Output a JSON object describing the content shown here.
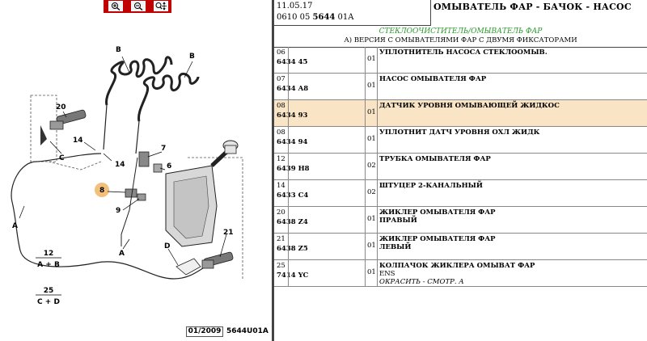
{
  "toolbar": {
    "buttons": [
      {
        "name": "zoom-in-icon",
        "glyph": "⊕"
      },
      {
        "name": "zoom-out-icon",
        "glyph": "⊖"
      },
      {
        "name": "pan-zoom-icon",
        "glyph": "⌕"
      }
    ]
  },
  "diagram": {
    "labels": {
      "B1": "B",
      "B2": "B",
      "n20": "20",
      "n7": "7",
      "n14a": "14",
      "n14b": "14",
      "C": "C",
      "n6": "6",
      "n8": "8",
      "n9": "9",
      "A1": "A",
      "A2": "A",
      "D": "D",
      "n21": "21"
    },
    "legend": [
      {
        "num": "12",
        "code": "A + B"
      },
      {
        "num": "25",
        "code": "C + D"
      }
    ],
    "footer_date": "01/2009",
    "footer_code": "5644U01A"
  },
  "header": {
    "date": "11.05.17",
    "code_prefix": "0610 05 ",
    "code_bold": "5644",
    "code_suffix": " 01A",
    "title": "ОМЫВАТЕЛЬ ФАР - БАЧОК - НАСОС"
  },
  "subheader": {
    "category": "СТЕКЛООЧИСТИТЕЛЬ/ОМЫВАТЕЛЬ ФАР",
    "version": "А) ВЕРСИЯ С ОМЫВАТЕЛЯМИ ФАР С ДВУМЯ ФИКСАТОРАМИ"
  },
  "parts": [
    {
      "ref": "06",
      "part": "6434 45",
      "qty": "01",
      "desc": "УПЛОТНИТЕЛЬ НАСОСА СТЕКЛООМЫВ.",
      "selected": false
    },
    {
      "ref": "07",
      "part": "6434 A8",
      "qty": "01",
      "desc": "НАСОС ОМЫВАТЕЛЯ ФАР",
      "selected": false
    },
    {
      "ref": "08",
      "part": "6434 93",
      "qty": "01",
      "desc": "ДАТЧИК УРОВНЯ ОМЫВАЮЩЕЙ ЖИДКОС",
      "selected": true
    },
    {
      "ref": "08",
      "part": "6434 94",
      "qty": "01",
      "desc": "УПЛОТНИТ ДАТЧ УРОВНЯ ОХЛ ЖИДК",
      "selected": false
    },
    {
      "ref": "12",
      "part": "6439 H8",
      "qty": "02",
      "desc": "ТРУБКА ОМЫВАТЕЛЯ ФАР",
      "selected": false
    },
    {
      "ref": "14",
      "part": "6433 C4",
      "qty": "02",
      "desc": "ШТУЦЕР 2-КАНАЛЬНЫЙ",
      "selected": false
    },
    {
      "ref": "20",
      "part": "6438 Z4",
      "qty": "01",
      "desc": "ЖИКЛЕР ОМЫВАТЕЛЯ ФАР",
      "desc2": "ПРАВЫЙ",
      "selected": false
    },
    {
      "ref": "21",
      "part": "6438 Z5",
      "qty": "01",
      "desc": "ЖИКЛЕР ОМЫВАТЕЛЯ ФАР",
      "desc2": "ЛЕВЫЙ",
      "selected": false
    },
    {
      "ref": "25",
      "part": "7414 YC",
      "qty": "01",
      "desc": "КОЛПАЧОК ЖИКЛЕРА ОМЫВАТ ФАР",
      "extra": "ENS",
      "note": "ОКРАСИТЬ - СМОТР. А",
      "selected": false
    }
  ],
  "colors": {
    "selected_row": "#f9e5c6",
    "toolbar_red": "#c00000",
    "category_green": "#2a9a2a",
    "marker_orange": "#f2c07a"
  }
}
